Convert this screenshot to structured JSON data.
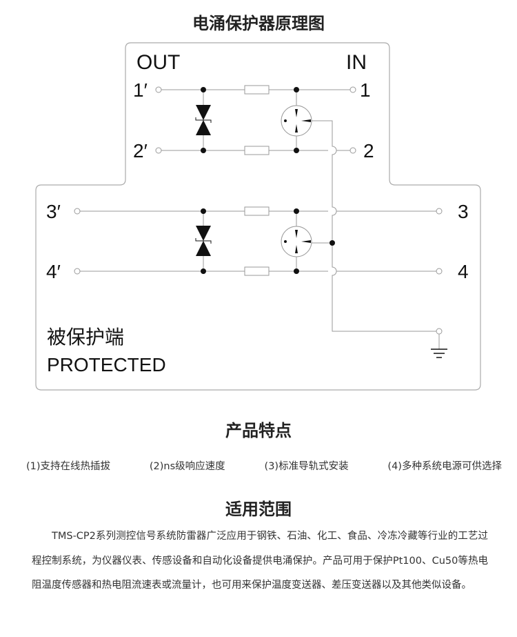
{
  "title": "电涌保护器原理图",
  "diagram": {
    "out_label": "OUT",
    "in_label": "IN",
    "out_terminals": [
      "1′",
      "2′",
      "3′",
      "4′"
    ],
    "in_terminals": [
      "1",
      "2",
      "3",
      "4"
    ],
    "protected_cn": "被保护端",
    "protected_en": "PROTECTED"
  },
  "features_title": "产品特点",
  "features": [
    "(1)支持在线热插拔",
    "(2)ns级响应速度",
    "(3)标准导轨式安装",
    "(4)多种系统电源可供选择"
  ],
  "scope_title": "适用范围",
  "scope_text": "TMS-CP2系列测控信号系统防雷器广泛应用于钢铁、石油、化工、食品、冷冻冷藏等行业的工艺过程控制系统，为仪器仪表、传感设备和自动化设备提供电涌保护。产品可用于保护Pt100、Cu50等热电阻温度传感器和热电阻流速表或流量计，也可用来保护温度变送器、差压变送器以及其他类似设备。"
}
